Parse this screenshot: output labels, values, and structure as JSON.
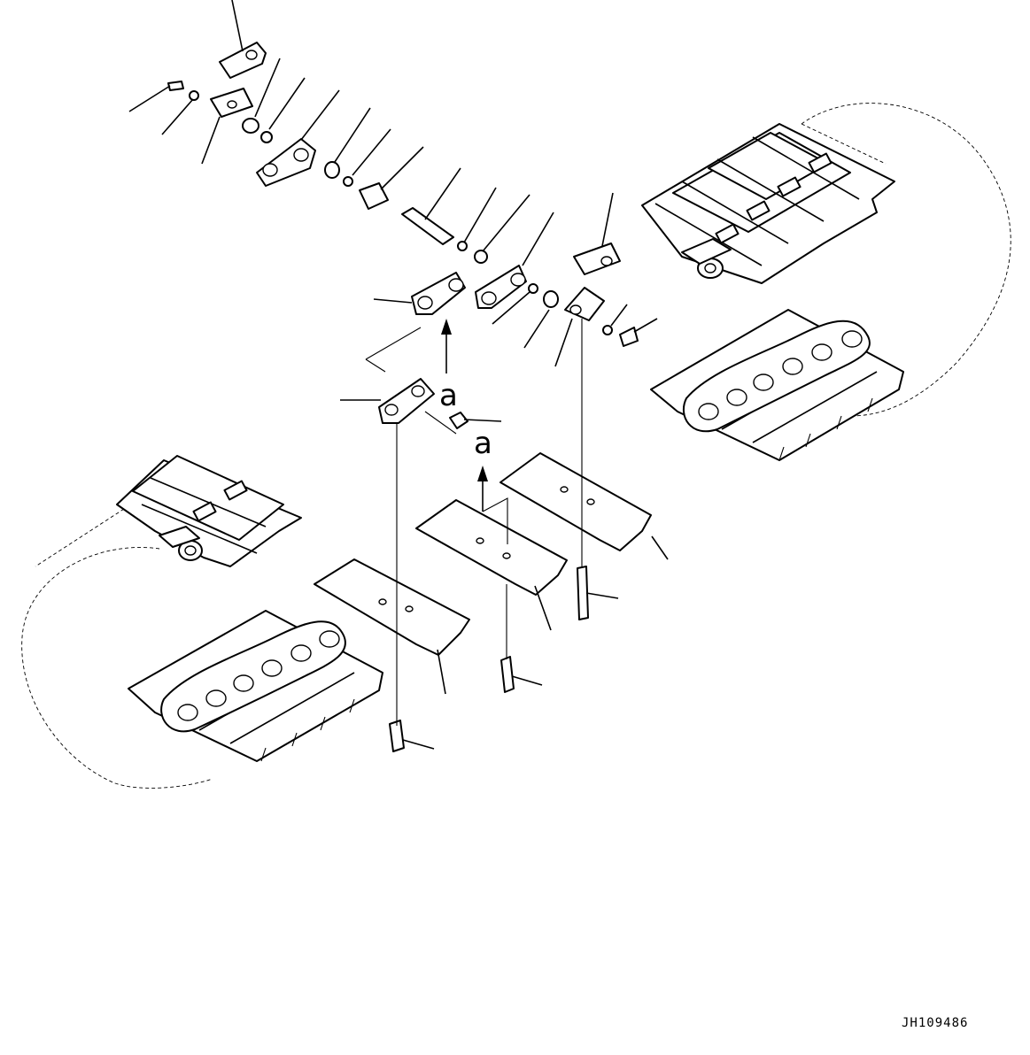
{
  "diagram": {
    "arrow_labels": [
      "a",
      "a"
    ],
    "drawing_code": "JH109486"
  }
}
